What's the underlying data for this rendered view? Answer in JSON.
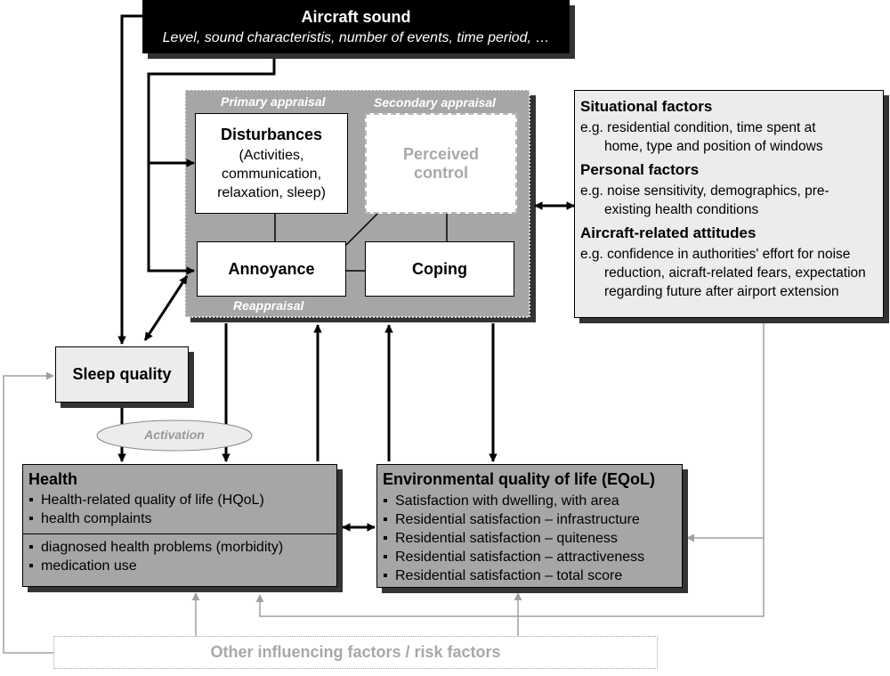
{
  "aircraft_sound": {
    "title": "Aircraft sound",
    "subtitle": "Level, sound characteristis, number of events, time period, …"
  },
  "appraisal": {
    "primary_label": "Primary appraisal",
    "secondary_label": "Secondary appraisal",
    "reappraisal_label": "Reappraisal",
    "disturbances_title": "Disturbances",
    "disturbances_lines": [
      "(Activities,",
      "communication,",
      "relaxation, sleep)"
    ],
    "perceived_control": [
      "Perceived",
      "control"
    ],
    "annoyance": "Annoyance",
    "coping": "Coping"
  },
  "factors": {
    "situational_title": "Situational factors",
    "situational_text": [
      "e.g. residential condition, time spent at",
      "home, type and position of windows"
    ],
    "personal_title": "Personal factors",
    "personal_text": [
      "e.g. noise sensitivity, demographics, pre-",
      "existing health conditions"
    ],
    "attitudes_title": "Aircraft-related attitudes",
    "attitudes_text": [
      "e.g. confidence in authorities' effort for noise",
      "reduction, aicraft-related fears, expectation",
      "regarding future after airport extension"
    ]
  },
  "sleep_quality": "Sleep quality",
  "activation": "Activation",
  "health": {
    "title": "Health",
    "items_top": [
      "Health-related quality of life (HQoL)",
      "health complaints"
    ],
    "items_bottom": [
      "diagnosed health problems (morbidity)",
      "medication use"
    ]
  },
  "eqol": {
    "title": "Environmental quality of life (EQoL)",
    "items": [
      "Satisfaction with dwelling, with area",
      "Residential satisfaction – infrastructure",
      "Residential satisfaction – quiteness",
      "Residential satisfaction – attractiveness",
      "Residential satisfaction – total score"
    ]
  },
  "other_factors": "Other influencing factors / risk factors",
  "colors": {
    "dark_box": "#000000",
    "mid_gray": "#a6a6a6",
    "light_gray": "#ececec",
    "faint_text": "#a8a8a8",
    "thin_arrow": "#a0a0a0"
  }
}
